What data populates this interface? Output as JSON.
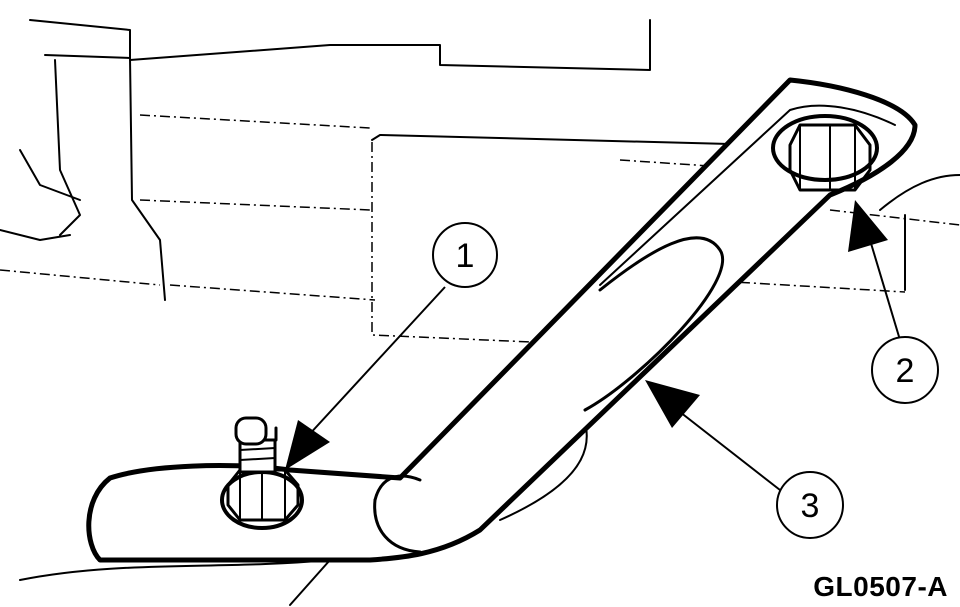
{
  "figure_id": "GL0507-A",
  "callouts": [
    {
      "label": "1"
    },
    {
      "label": "2"
    },
    {
      "label": "3"
    }
  ]
}
